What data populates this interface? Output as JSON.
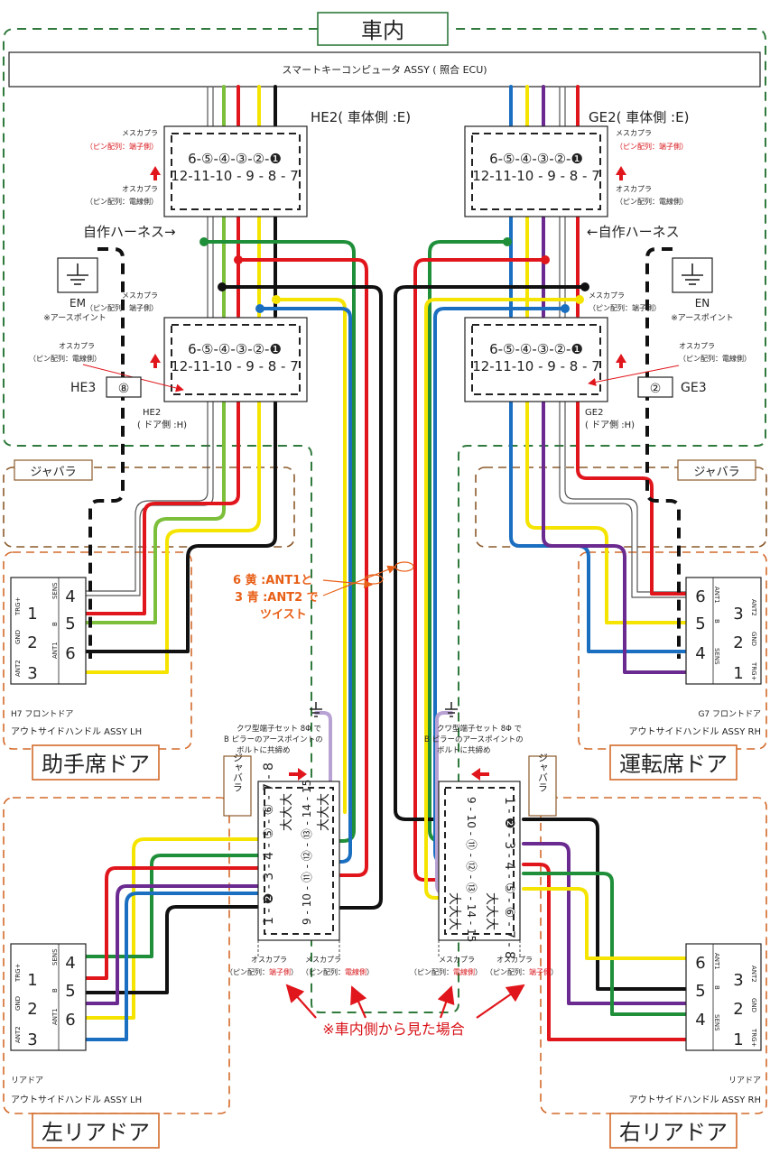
{
  "zones": {
    "cabin": "車内",
    "passenger_door": "助手席ドア",
    "driver_door": "運転席ドア",
    "left_rear_door": "左リアドア",
    "right_rear_door": "右リアドア"
  },
  "ecu": "スマートキーコンピュータ ASSY ( 照合 ECU)",
  "he2_top": {
    "title": "HE2( 車体側 :E)",
    "female": "メスカプラ",
    "female_pins": "（ピン配列：端子側）",
    "male": "オスカプラ",
    "male_pins": "（ピン配列：電線側）",
    "row1": "6-⑤-④-③-②-❶",
    "row2": "12-11-10 - 9 - 8 - 7"
  },
  "ge2_top": {
    "title": "GE2( 車体側 :E)",
    "female": "メスカプラ",
    "female_pins": "（ピン配列：端子側）",
    "male": "オスカプラ",
    "male_pins": "（ピン配列：電線側）",
    "row1": "6-⑤-④-③-②-❶",
    "row2": "12-11-10 - 9 - 8 - 7"
  },
  "harness_left": "自作ハーネス→",
  "harness_right": "←自作ハーネス",
  "em": {
    "label": "EM",
    "note": "※アースポイント"
  },
  "en": {
    "label": "EN",
    "note": "※アースポイント"
  },
  "he2_bottom": {
    "female": "メスカプラ",
    "female_pins": "（ピン配列：端子側）",
    "male": "オスカプラ",
    "male_pins": "（ピン配列：電線側）",
    "name": "HE2",
    "side": "( ドア側 :H)",
    "row1": "6-⑤-④-③-②-❶",
    "row2": "12-11-10 - 9 - 8 - 7"
  },
  "ge2_bottom": {
    "female": "メスカプラ",
    "female_pins": "（ピン配列：端子側）",
    "male": "オスカプラ",
    "male_pins": "（ピン配列：電線側）",
    "name": "GE2",
    "side": "( ドア側 :H)",
    "row1": "6-⑤-④-③-②-❶",
    "row2": "12-11-10 - 9 - 8 - 7"
  },
  "he3": {
    "label": "HE3",
    "num": "⑧"
  },
  "ge3": {
    "label": "GE3",
    "num": "②"
  },
  "jabara": "ジャバラ",
  "twist": [
    "6 黄 :ANT1と",
    "3 青 :ANT2 で",
    "ツイスト"
  ],
  "h7": {
    "pins": [
      "4",
      "1",
      "5",
      "2",
      "6",
      "3"
    ],
    "labels": [
      "SENS",
      "TRG+",
      "B",
      "GND",
      "ANT1",
      "ANT2"
    ],
    "name": "H7 フロントドア",
    "assy": "アウトサイドハンドル ASSY LH"
  },
  "g7": {
    "pins": [
      "6",
      "3",
      "5",
      "2",
      "4",
      "1"
    ],
    "labels": [
      "ANT1",
      "ANT2",
      "B",
      "GND",
      "SENS",
      "TRG+"
    ],
    "name": "G7 フロントドア",
    "assy": "アウトサイドハンドル ASSY RH"
  },
  "rear_lh": {
    "pins": [
      "4",
      "1",
      "5",
      "2",
      "6",
      "3"
    ],
    "labels": [
      "SENS",
      "TRG+",
      "B",
      "GND",
      "ANT1",
      "ANT2"
    ],
    "name": "リアドア",
    "assy": "アウトサイドハンドル ASSY LH"
  },
  "rear_rh": {
    "pins": [
      "6",
      "3",
      "5",
      "2",
      "4",
      "1"
    ],
    "labels": [
      "ANT1",
      "ANT2",
      "B",
      "GND",
      "SENS",
      "TRG+"
    ],
    "name": "リアドア",
    "assy": "アウトサイドハンドル ASSY RH"
  },
  "ground_note": [
    "クワ型端子セット 8Φ で",
    "B ピラーのアースポイントの",
    "ボルトに共締め"
  ],
  "rear_left_connector": {
    "male": "オスカプラ",
    "male_pins_a": "（ピン配列：",
    "male_pins_red": "端子側",
    "male_pins_b": "）",
    "female": "メスカプラ",
    "female_pins_a": "（ピン配列：",
    "female_pins_red": "電線側",
    "female_pins_b": "）",
    "big_row": "大大大",
    "row_a": "1 - ❷ - 3 - 4 - ⑤ - ⑥ - 7 - 8",
    "row_b": "9 - 10 - ⑪ - ⑫ - ⑬ - 14 - 15"
  },
  "rear_right_connector": {
    "female": "メスカプラ",
    "female_pins_a": "（ピン配列：",
    "female_pins_red": "電線側",
    "female_pins_b": "）",
    "male": "オスカプラ",
    "male_pins_a": "（ピン配列：",
    "male_pins_red": "端子側",
    "male_pins_b": "）",
    "big_row": "大大大",
    "row_a": "1 - ❷ - 3 - 4 - ⑤ - ⑥ - 7 - 8",
    "row_b": "9 - 10 - ⑪ - ⑫ - ⑬ - 14 - 15"
  },
  "view_note": "※車内側から見た場合",
  "colors": {
    "green_dash": "#2f7a3c",
    "orange_dash": "#d46a2a",
    "brown_dash": "#8b5a2b",
    "wire_green": "#7cbf3a",
    "wire_dkgreen": "#1f8f3a",
    "wire_red": "#e0161c",
    "wire_yellow": "#f5e400",
    "wire_blue": "#1b6fc1",
    "wire_purple": "#6a2a8f",
    "wire_black": "#111111",
    "wire_lavender": "#b8a2d4",
    "accent_red": "#e0161c",
    "accent_orange": "#e86018"
  }
}
